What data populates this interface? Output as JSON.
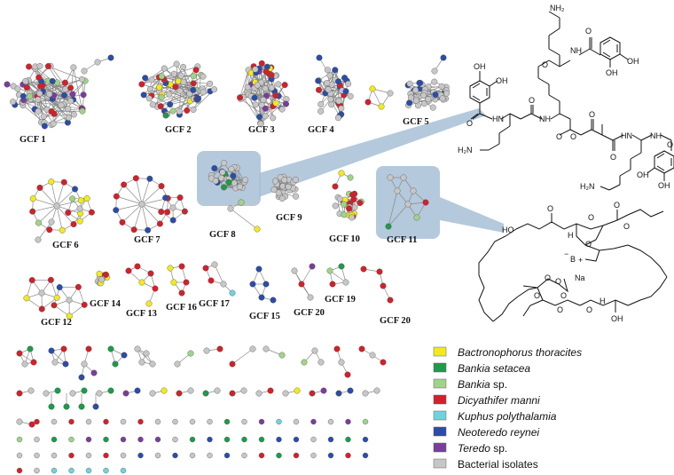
{
  "colors": {
    "bactronophorus_thoracites": "#f2ea1e",
    "bankia_setacea": "#1e9a4a",
    "bankia_sp": "#9fd486",
    "dicyathifer_manni": "#d3202a",
    "kuphus_polythalamia": "#6fd3dc",
    "neoteredo_reynei": "#2b4ca8",
    "teredo_sp": "#7b3d9b",
    "bacterial_isolates": "#c7c7c7",
    "highlight_box": "#a7bfd6"
  },
  "gcf_labels": [
    "GCF 1",
    "GCF 2",
    "GCF 3",
    "GCF 4",
    "GCF 5",
    "GCF 6",
    "GCF 7",
    "GCF 8",
    "GCF 9",
    "GCF 10",
    "GCF 11",
    "GCF 12",
    "GCF 14",
    "GCF 13",
    "GCF 16",
    "GCF 17",
    "GCF 15",
    "GCF 20",
    "GCF 19",
    "GCF 20"
  ],
  "legend": [
    {
      "italic": "Bactronophorus thoracites",
      "plain": "",
      "color_key": "bactronophorus_thoracites"
    },
    {
      "italic": "Bankia setacea",
      "plain": "",
      "color_key": "bankia_setacea"
    },
    {
      "italic": "Bankia",
      "plain": " sp.",
      "color_key": "bankia_sp"
    },
    {
      "italic": "Dicyathifer manni",
      "plain": "",
      "color_key": "dicyathifer_manni"
    },
    {
      "italic": "Kuphus polythalamia",
      "plain": "",
      "color_key": "kuphus_polythalamia"
    },
    {
      "italic": "Neoteredo reynei",
      "plain": "",
      "color_key": "neoteredo_reynei"
    },
    {
      "italic": "Teredo",
      "plain": " sp.",
      "color_key": "teredo_sp"
    },
    {
      "italic": "",
      "plain": "Bacterial isolates",
      "color_key": "bacterial_isolates"
    }
  ],
  "chem_labels": {
    "top": [
      "NH₂",
      "O",
      "NH",
      "OH",
      "OH",
      "OH",
      "OH",
      "O",
      "O",
      "HN",
      "O",
      "NH",
      "O",
      "O",
      "O",
      "HN",
      "O",
      "NH",
      "OH",
      "OH",
      "O",
      "H₂N",
      "H₂N"
    ],
    "bottom": [
      "HO",
      "O",
      "O",
      "O",
      "O",
      "O",
      "B",
      "−",
      "+",
      "Na",
      "O",
      "O",
      "O",
      "O",
      "O",
      "H",
      "O",
      "OH",
      "H"
    ]
  }
}
